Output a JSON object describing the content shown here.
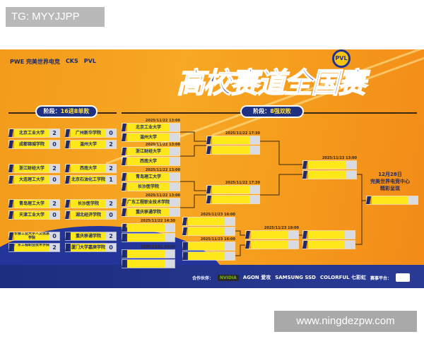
{
  "overlay_tag": "TG: MYYJJPP",
  "watermark": "www.ningdezpw.com",
  "poster": {
    "logos": [
      "PWE 完美世界电竞",
      "CKS",
      "PVL"
    ],
    "title": "高校赛道全国赛",
    "badge": "PVL",
    "stage_left": {
      "prefix": "阶段：",
      "value": "16进8单败"
    },
    "stage_right": {
      "prefix": "阶段：",
      "value": "8强双败"
    },
    "round_of_16": [
      {
        "name": "北京工业大学",
        "score": "2"
      },
      {
        "name": "成都锦城学院",
        "score": "0"
      },
      {
        "name": "广州新华学院",
        "score": "0"
      },
      {
        "name": "温州大学",
        "score": "2"
      },
      {
        "name": "浙江财经大学",
        "score": "2"
      },
      {
        "name": "大连理工大学",
        "score": "0"
      },
      {
        "name": "西南大学",
        "score": "2"
      },
      {
        "name": "北京石油化工学院",
        "score": "1"
      },
      {
        "name": "青岛理工大学",
        "score": "2"
      },
      {
        "name": "天津工业大学",
        "score": "0"
      },
      {
        "name": "长沙医学院",
        "score": "2"
      },
      {
        "name": "湖北经济学院",
        "score": "0"
      },
      {
        "name": "长春工业大学人文信息学院",
        "score": "0"
      },
      {
        "name": "广东工程职业技术学院",
        "score": "2"
      },
      {
        "name": "重庆移通学院",
        "score": "2"
      },
      {
        "name": "厦门大学嘉庚学院",
        "score": "0"
      }
    ],
    "quarter_upper": [
      {
        "date": "2025/11/22 13:00",
        "teams": [
          "北京工业大学",
          "温州大学"
        ]
      },
      {
        "date": "2025/11/22 13:00",
        "teams": [
          "浙江财经大学",
          "西南大学"
        ]
      },
      {
        "date": "2025/11/22 13:00",
        "teams": [
          "青岛理工大学",
          "长沙医学院"
        ]
      },
      {
        "date": "2025/11/22 13:00",
        "teams": [
          "广东工程职业技术学院",
          "重庆移通学院"
        ]
      }
    ],
    "quarter_lower": [
      {
        "date": "2025/11/22 14:30"
      },
      {
        "date": "2025/11/22 14:30"
      }
    ],
    "semi_upper": [
      {
        "date": "2025/11/22 17:30"
      },
      {
        "date": "2025/11/22 17:30"
      }
    ],
    "lower_r2": [
      {
        "date": "2025/11/23 16:00"
      },
      {
        "date": "2025/11/23 16:00"
      }
    ],
    "lower_r3": {
      "date": "2025/11/23 19:00"
    },
    "upper_final": {
      "date": "2025/11/23 13:00"
    },
    "grand_final": {
      "line1": "12月28日",
      "line2": "完美世界电竞中心",
      "line3": "精彩呈现"
    },
    "sponsors": {
      "partners_label": "合作伙伴：",
      "items": [
        "NVIDIA",
        "AGON 爱攻",
        "SAMSUNG SSD",
        "COLORFUL 七彩虹"
      ],
      "platform_label": "赛事平台："
    }
  },
  "colors": {
    "orange": "#f7a824",
    "navy": "#1f3182",
    "yellow": "#ffe81a"
  }
}
